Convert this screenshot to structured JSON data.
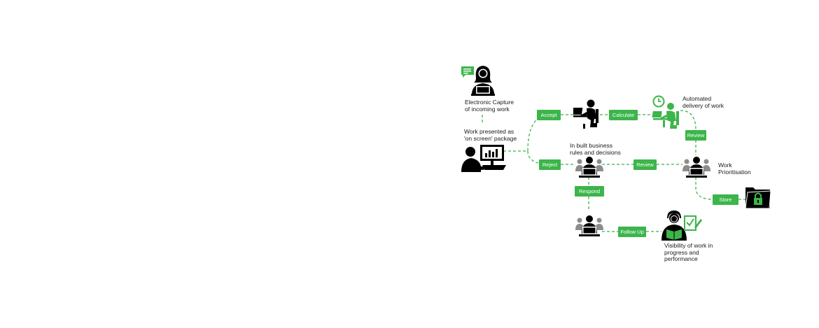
{
  "colors": {
    "accent": "#3cb54a",
    "ink": "#000000",
    "text": "#1a1a1a",
    "grey": "#8c8c8c"
  },
  "texts": {
    "capture": "Electronic Capture\nof incoming work",
    "presented": "Work presented as\n'on screen' package",
    "automated": "Automated\ndelivery of work",
    "rules": "In built business\nrules and decisions",
    "prioritisation": "Work\nPrioritisation",
    "visibility": "Visibility of work in\nprogress and\nperformance"
  },
  "tags": {
    "accept": "Accept",
    "calculate": "Calculate",
    "review_top": "Review",
    "reject": "Reject",
    "review_mid": "Review",
    "respond": "Respond",
    "store": "Store",
    "follow_up": "Follow Up"
  },
  "icons": [
    "woman-laptop-icon",
    "chat-bubble-icon",
    "presenter-chart-icon",
    "desk-worker-icon",
    "automated-worker-icon",
    "clock-icon",
    "team-laptop-icon",
    "folder-lock-icon",
    "reader-icon",
    "checklist-icon"
  ]
}
